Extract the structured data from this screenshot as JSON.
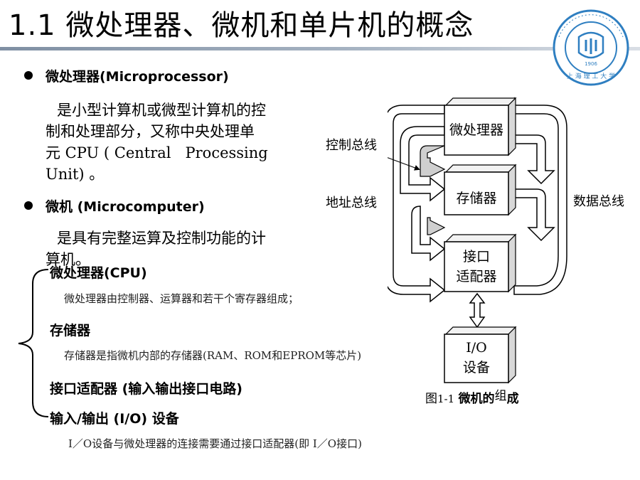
{
  "slide": {
    "title": "1.1 微处理器、微机和单片机的概念",
    "logo": {
      "icon": "university-seal-icon",
      "text_arc": "UNIVERSITY FOR SCIENCE AND TECHNOLOGY",
      "year": "1906",
      "chinese": "上 海 理 工 大 学"
    }
  },
  "sections": [
    {
      "heading": "微处理器(Microprocessor)",
      "body_lines": [
        "是小型计算机或微型计算机的控",
        "制和处理部分，又称中央处理单",
        "元 CPU ( Central   Processing",
        "Unit) 。"
      ]
    },
    {
      "heading": "微机 (Microcomputer)",
      "body_lines": [
        "是具有完整运算及控制功能的计",
        "算机。"
      ]
    }
  ],
  "components": [
    {
      "name": "微处理器(CPU)",
      "desc": "微处理器由控制器、运算器和若干个寄存器组成；"
    },
    {
      "name": "存储器",
      "desc": "存储器是指微机内部的存储器(RAM、ROM和EPROM等芯片)"
    },
    {
      "name": "接口适配器 (输入输出接口电路)",
      "desc": ""
    },
    {
      "name": "输入/输出 (I/O) 设备",
      "desc": "I／O设备与微处理器的连接需要通过接口适配器(即 I／O接口)"
    }
  ],
  "diagram": {
    "labels": {
      "control_bus": "控制总线",
      "address_bus": "地址总线",
      "data_bus": "数据总线"
    },
    "boxes": {
      "cpu": "微处理器",
      "memory": "存储器",
      "interface_1": "接口",
      "interface_2": "适配器",
      "io_1": "I/O",
      "io_2": "设备"
    },
    "caption_prefix": "图",
    "caption_num": "1-1",
    "caption_bold": "微机的",
    "caption_mid": "组",
    "caption_end": "成"
  }
}
